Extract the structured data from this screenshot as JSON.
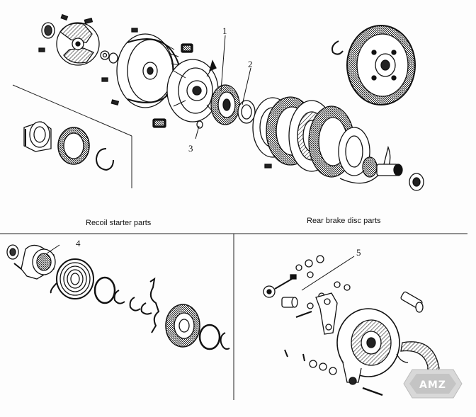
{
  "diagram": {
    "section_labels": {
      "recoil": "Recoil starter parts",
      "rear_brake": "Rear brake disc parts"
    },
    "callouts": [
      "1",
      "2",
      "3",
      "4",
      "5"
    ],
    "watermark": "AMZ"
  }
}
